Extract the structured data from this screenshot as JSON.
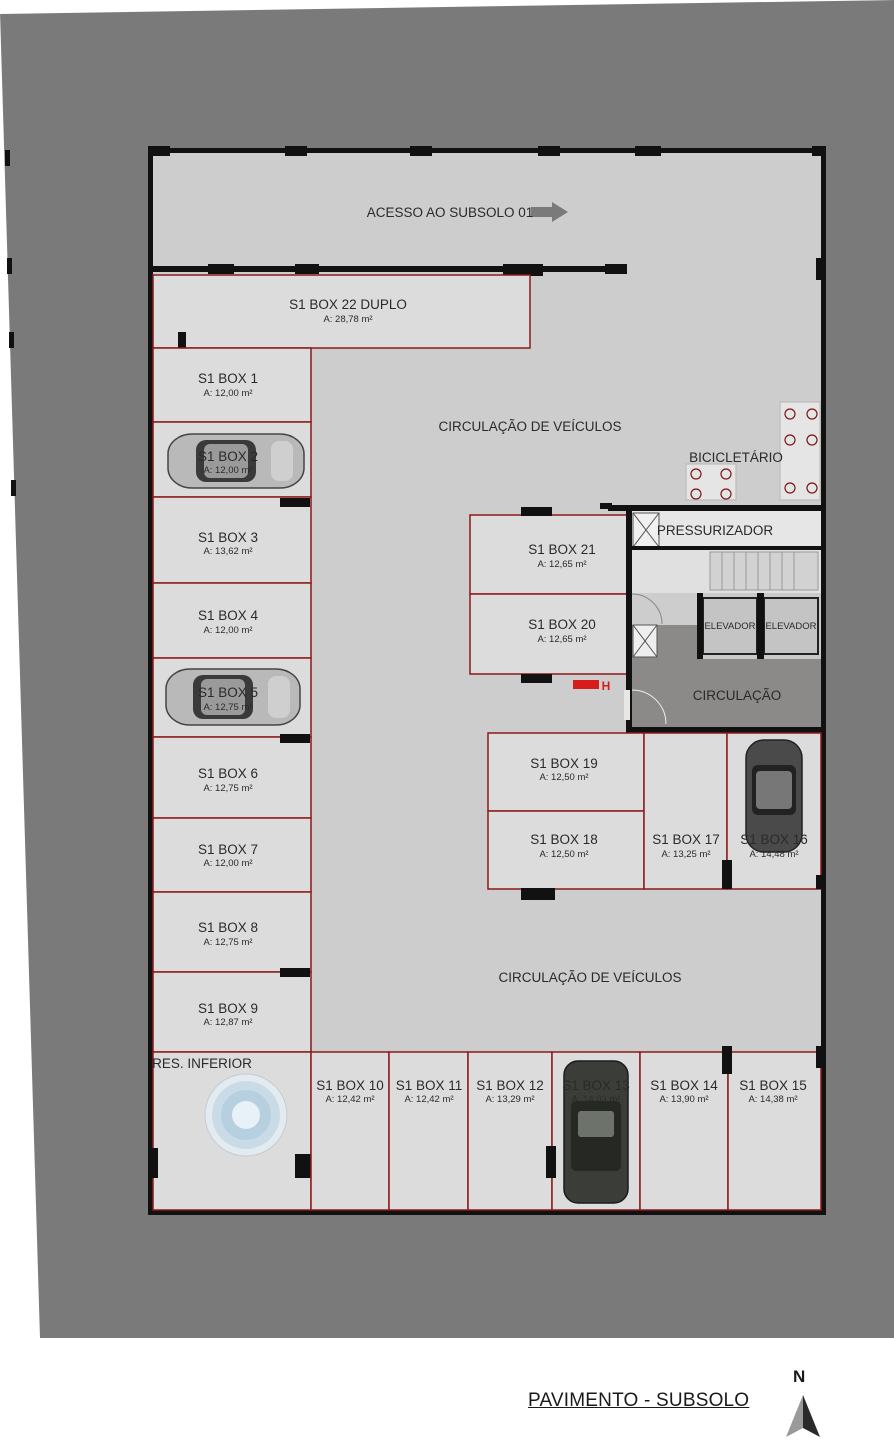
{
  "footer": {
    "title": "PAVIMENTO - SUBSOLO",
    "north": "N"
  },
  "labels": {
    "access": "ACESSO AO SUBSOLO 01",
    "circulation_vehicles_top": "CIRCULAÇÃO DE VEÍCULOS",
    "circulation_vehicles_bottom": "CIRCULAÇÃO DE VEÍCULOS",
    "bicycle": "BICICLETÁRIO",
    "pressurizer": "PRESSURIZADOR",
    "elevator_1": "ELEVADOR",
    "elevator_2": "ELEVADOR",
    "circulation": "CIRCULAÇÃO",
    "reservoir": "RES. INFERIOR",
    "hydrant": "H"
  },
  "boxes": [
    {
      "name": "S1 BOX 22 DUPLO",
      "area": "A: 28,78 m²"
    },
    {
      "name": "S1 BOX 1",
      "area": "A: 12,00 m²"
    },
    {
      "name": "S1 BOX 2",
      "area": "A: 12,00 m²"
    },
    {
      "name": "S1 BOX 3",
      "area": "A: 13,62 m²"
    },
    {
      "name": "S1 BOX 4",
      "area": "A: 12,00 m²"
    },
    {
      "name": "S1 BOX 5",
      "area": "A: 12,75 m²"
    },
    {
      "name": "S1 BOX 6",
      "area": "A: 12,75 m²"
    },
    {
      "name": "S1 BOX 7",
      "area": "A: 12,00 m²"
    },
    {
      "name": "S1 BOX 8",
      "area": "A: 12,75 m²"
    },
    {
      "name": "S1 BOX 9",
      "area": "A: 12,87 m²"
    },
    {
      "name": "S1 BOX 10",
      "area": "A: 12,42 m²"
    },
    {
      "name": "S1 BOX 11",
      "area": "A: 12,42 m²"
    },
    {
      "name": "S1 BOX 12",
      "area": "A: 13,29 m²"
    },
    {
      "name": "S1 BOX 13",
      "area": "A: 14,03 m²"
    },
    {
      "name": "S1 BOX 14",
      "area": "A: 13,90 m²"
    },
    {
      "name": "S1 BOX 15",
      "area": "A: 14,38 m²"
    },
    {
      "name": "S1 BOX 16",
      "area": "A: 14,48 m²"
    },
    {
      "name": "S1 BOX 17",
      "area": "A: 13,25 m²"
    },
    {
      "name": "S1 BOX 18",
      "area": "A: 12,50 m²"
    },
    {
      "name": "S1 BOX 19",
      "area": "A: 12,50 m²"
    },
    {
      "name": "S1 BOX 20",
      "area": "A: 12,65 m²"
    },
    {
      "name": "S1 BOX 21",
      "area": "A: 12,65 m²"
    }
  ],
  "colors": {
    "site": "#7a7a7a",
    "floor": "#cdcdcd",
    "box": "#dcdcdc",
    "box_line": "#8b1a1a",
    "wall": "#111111",
    "hydrant": "#d81b1b",
    "circulation_floor": "#8c8a88"
  }
}
